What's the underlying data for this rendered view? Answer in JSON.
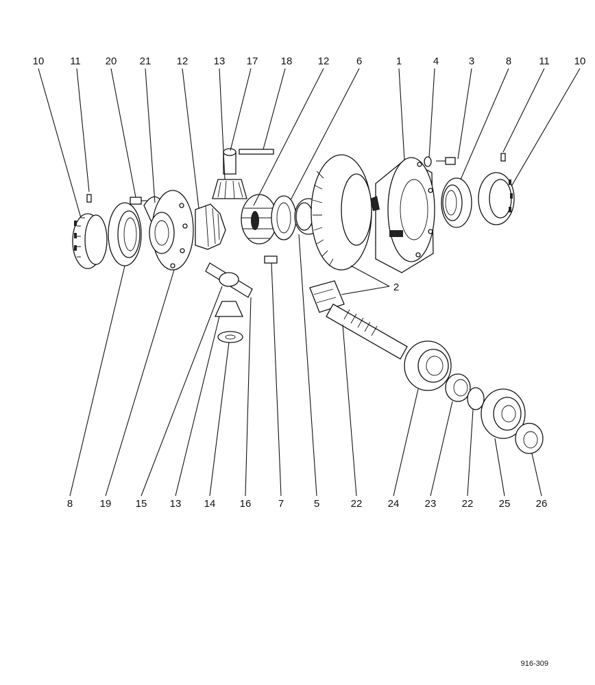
{
  "diagram": {
    "figure_code": "916-309",
    "top_labels": [
      "10",
      "11",
      "20",
      "21",
      "12",
      "13",
      "17",
      "18",
      "12",
      "6",
      "1",
      "4",
      "3",
      "8",
      "11",
      "10"
    ],
    "side_label": "2",
    "bottom_labels": [
      "8",
      "19",
      "15",
      "13",
      "14",
      "16",
      "7",
      "5",
      "22",
      "24",
      "23",
      "22",
      "25",
      "26"
    ]
  }
}
